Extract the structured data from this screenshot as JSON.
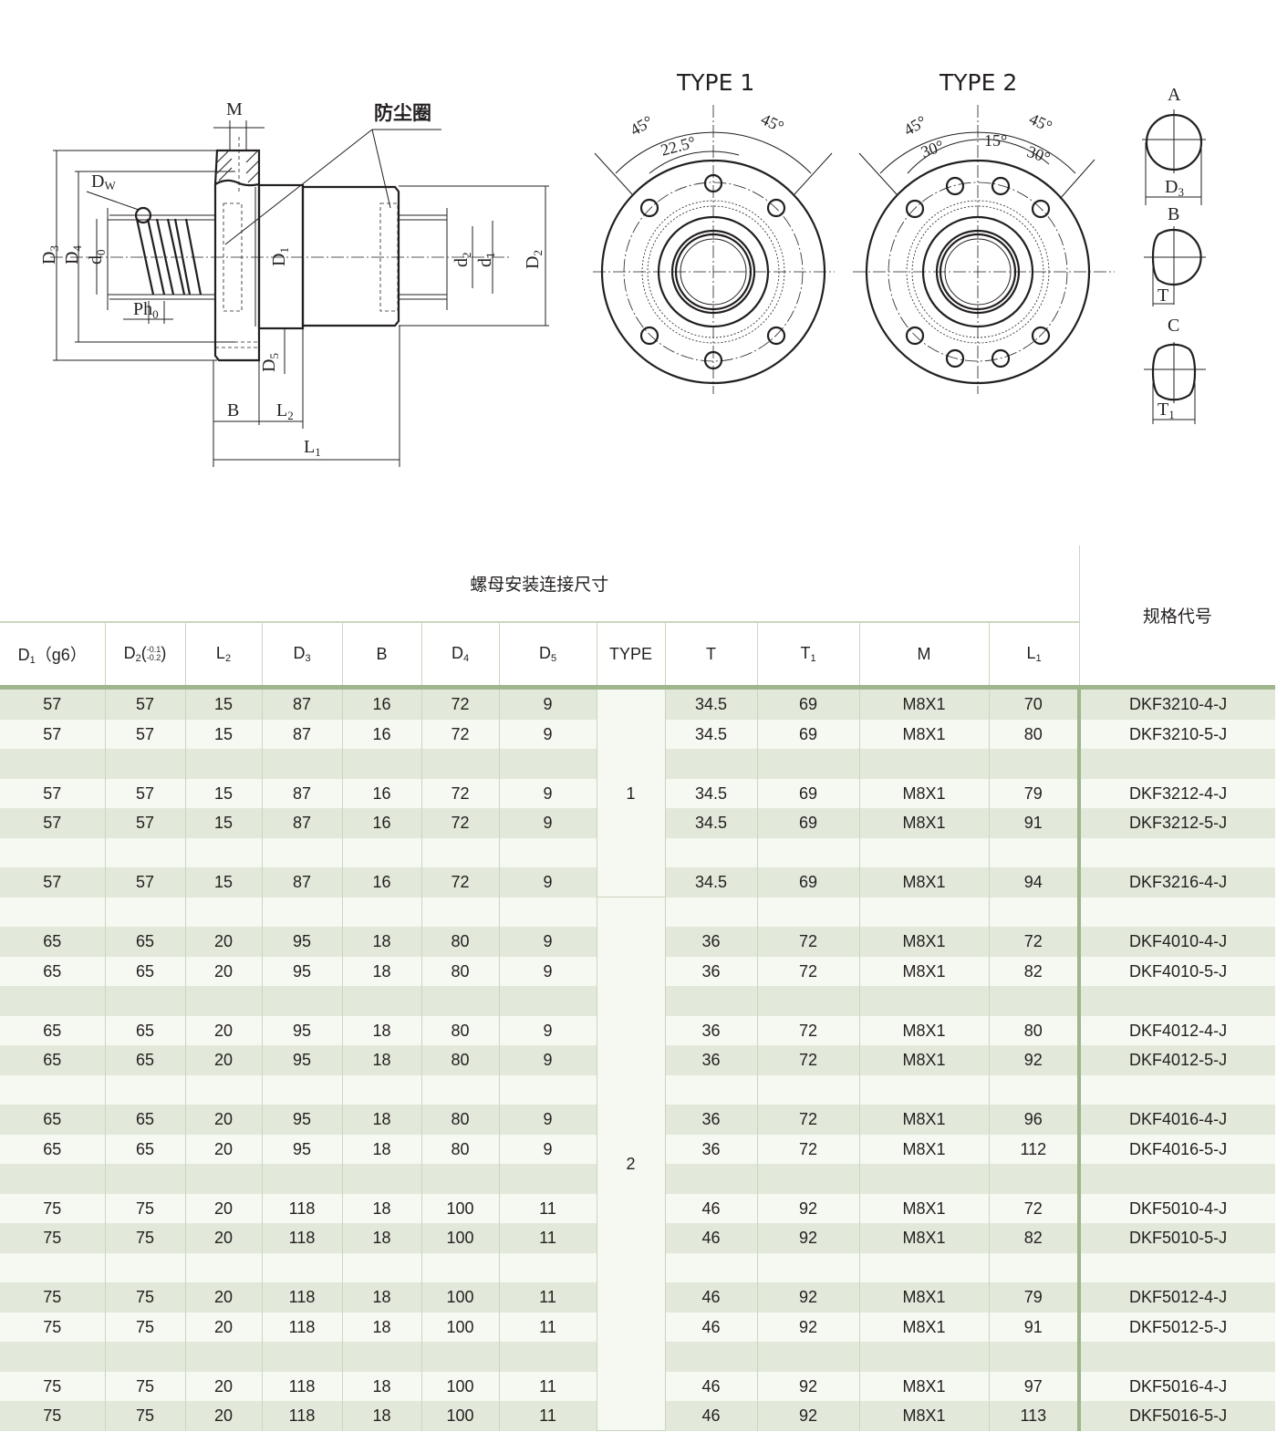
{
  "drawing": {
    "side_view": {
      "dust_seal_label": "防尘圈",
      "labels": {
        "M": "M",
        "Dw_base": "D",
        "Dw_sub": "W",
        "D3_base": "D",
        "D3_sub": "3",
        "D4_base": "D",
        "D4_sub": "4",
        "d0_base": "d",
        "d0_sub": "0",
        "Ph0_base": "Ph",
        "Ph0_sub": "0",
        "D1_base": "D",
        "D1_sub": "1",
        "d2_base": "d",
        "d2_sub": "2",
        "d1_base": "d",
        "d1_sub": "1",
        "D2_base": "D",
        "D2_sub": "2",
        "D5_base": "D",
        "D5_sub": "5",
        "B": "B",
        "L2_base": "L",
        "L2_sub": "2",
        "L1_base": "L",
        "L1_sub": "1"
      }
    },
    "type1": {
      "title": "TYPE 1",
      "angle_left": "45°",
      "angle_right": "45°",
      "angle_inner": "22.5°"
    },
    "type2": {
      "title": "TYPE 2",
      "angle_left": "45°",
      "angle_right": "45°",
      "angle_inner_left": "30°",
      "angle_center": "15°",
      "angle_inner_right": "30°"
    },
    "flange_cuts": {
      "A": "A",
      "A_dim_base": "D",
      "A_dim_sub": "3",
      "B": "B",
      "B_dim": "T",
      "C": "C",
      "C_dim_base": "T",
      "C_dim_sub": "1"
    }
  },
  "table": {
    "group_title": "螺母安装连接尺寸",
    "code_header": "规格代号",
    "headers": [
      {
        "base": "D",
        "sub": "1",
        "suffix": "（g6）"
      },
      {
        "base": "D",
        "sub": "2",
        "tol_upper": "-0.1",
        "tol_lower": "-0.2"
      },
      {
        "base": "L",
        "sub": "2"
      },
      {
        "base": "D",
        "sub": "3"
      },
      {
        "base": "B",
        "sub": ""
      },
      {
        "base": "D",
        "sub": "4"
      },
      {
        "base": "D",
        "sub": "5"
      },
      {
        "base": "TYPE",
        "sub": ""
      },
      {
        "base": "T",
        "sub": ""
      },
      {
        "base": "T",
        "sub": "1"
      },
      {
        "base": "M",
        "sub": ""
      },
      {
        "base": "L",
        "sub": "1"
      }
    ],
    "type_groups": [
      {
        "label": "1",
        "rows": 7
      },
      {
        "label": "2",
        "rows": 18
      }
    ],
    "rows": [
      {
        "v": [
          "57",
          "57",
          "15",
          "87",
          "16",
          "72",
          "9",
          "34.5",
          "69",
          "M8X1",
          "70"
        ],
        "code": "DKF3210-4-J"
      },
      {
        "v": [
          "57",
          "57",
          "15",
          "87",
          "16",
          "72",
          "9",
          "34.5",
          "69",
          "M8X1",
          "80"
        ],
        "code": "DKF3210-5-J"
      },
      {
        "v": [
          "",
          "",
          "",
          "",
          "",
          "",
          "",
          "",
          "",
          "",
          ""
        ],
        "code": ""
      },
      {
        "v": [
          "57",
          "57",
          "15",
          "87",
          "16",
          "72",
          "9",
          "34.5",
          "69",
          "M8X1",
          "79"
        ],
        "code": "DKF3212-4-J"
      },
      {
        "v": [
          "57",
          "57",
          "15",
          "87",
          "16",
          "72",
          "9",
          "34.5",
          "69",
          "M8X1",
          "91"
        ],
        "code": "DKF3212-5-J"
      },
      {
        "v": [
          "",
          "",
          "",
          "",
          "",
          "",
          "",
          "",
          "",
          "",
          ""
        ],
        "code": ""
      },
      {
        "v": [
          "57",
          "57",
          "15",
          "87",
          "16",
          "72",
          "9",
          "34.5",
          "69",
          "M8X1",
          "94"
        ],
        "code": "DKF3216-4-J"
      },
      {
        "v": [
          "",
          "",
          "",
          "",
          "",
          "",
          "",
          "",
          "",
          "",
          ""
        ],
        "code": ""
      },
      {
        "v": [
          "65",
          "65",
          "20",
          "95",
          "18",
          "80",
          "9",
          "36",
          "72",
          "M8X1",
          "72"
        ],
        "code": "DKF4010-4-J"
      },
      {
        "v": [
          "65",
          "65",
          "20",
          "95",
          "18",
          "80",
          "9",
          "36",
          "72",
          "M8X1",
          "82"
        ],
        "code": "DKF4010-5-J"
      },
      {
        "v": [
          "",
          "",
          "",
          "",
          "",
          "",
          "",
          "",
          "",
          "",
          ""
        ],
        "code": ""
      },
      {
        "v": [
          "65",
          "65",
          "20",
          "95",
          "18",
          "80",
          "9",
          "36",
          "72",
          "M8X1",
          "80"
        ],
        "code": "DKF4012-4-J"
      },
      {
        "v": [
          "65",
          "65",
          "20",
          "95",
          "18",
          "80",
          "9",
          "36",
          "72",
          "M8X1",
          "92"
        ],
        "code": "DKF4012-5-J"
      },
      {
        "v": [
          "",
          "",
          "",
          "",
          "",
          "",
          "",
          "",
          "",
          "",
          ""
        ],
        "code": ""
      },
      {
        "v": [
          "65",
          "65",
          "20",
          "95",
          "18",
          "80",
          "9",
          "36",
          "72",
          "M8X1",
          "96"
        ],
        "code": "DKF4016-4-J"
      },
      {
        "v": [
          "65",
          "65",
          "20",
          "95",
          "18",
          "80",
          "9",
          "36",
          "72",
          "M8X1",
          "112"
        ],
        "code": "DKF4016-5-J"
      },
      {
        "v": [
          "",
          "",
          "",
          "",
          "",
          "",
          "",
          "",
          "",
          "",
          ""
        ],
        "code": ""
      },
      {
        "v": [
          "75",
          "75",
          "20",
          "118",
          "18",
          "100",
          "11",
          "46",
          "92",
          "M8X1",
          "72"
        ],
        "code": "DKF5010-4-J"
      },
      {
        "v": [
          "75",
          "75",
          "20",
          "118",
          "18",
          "100",
          "11",
          "46",
          "92",
          "M8X1",
          "82"
        ],
        "code": "DKF5010-5-J"
      },
      {
        "v": [
          "",
          "",
          "",
          "",
          "",
          "",
          "",
          "",
          "",
          "",
          ""
        ],
        "code": ""
      },
      {
        "v": [
          "75",
          "75",
          "20",
          "118",
          "18",
          "100",
          "11",
          "46",
          "92",
          "M8X1",
          "79"
        ],
        "code": "DKF5012-4-J"
      },
      {
        "v": [
          "75",
          "75",
          "20",
          "118",
          "18",
          "100",
          "11",
          "46",
          "92",
          "M8X1",
          "91"
        ],
        "code": "DKF5012-5-J"
      },
      {
        "v": [
          "",
          "",
          "",
          "",
          "",
          "",
          "",
          "",
          "",
          "",
          ""
        ],
        "code": ""
      },
      {
        "v": [
          "75",
          "75",
          "20",
          "118",
          "18",
          "100",
          "11",
          "46",
          "92",
          "M8X1",
          "97"
        ],
        "code": "DKF5016-4-J"
      },
      {
        "v": [
          "75",
          "75",
          "20",
          "118",
          "18",
          "100",
          "11",
          "46",
          "92",
          "M8X1",
          "113"
        ],
        "code": "DKF5016-5-J"
      }
    ]
  }
}
